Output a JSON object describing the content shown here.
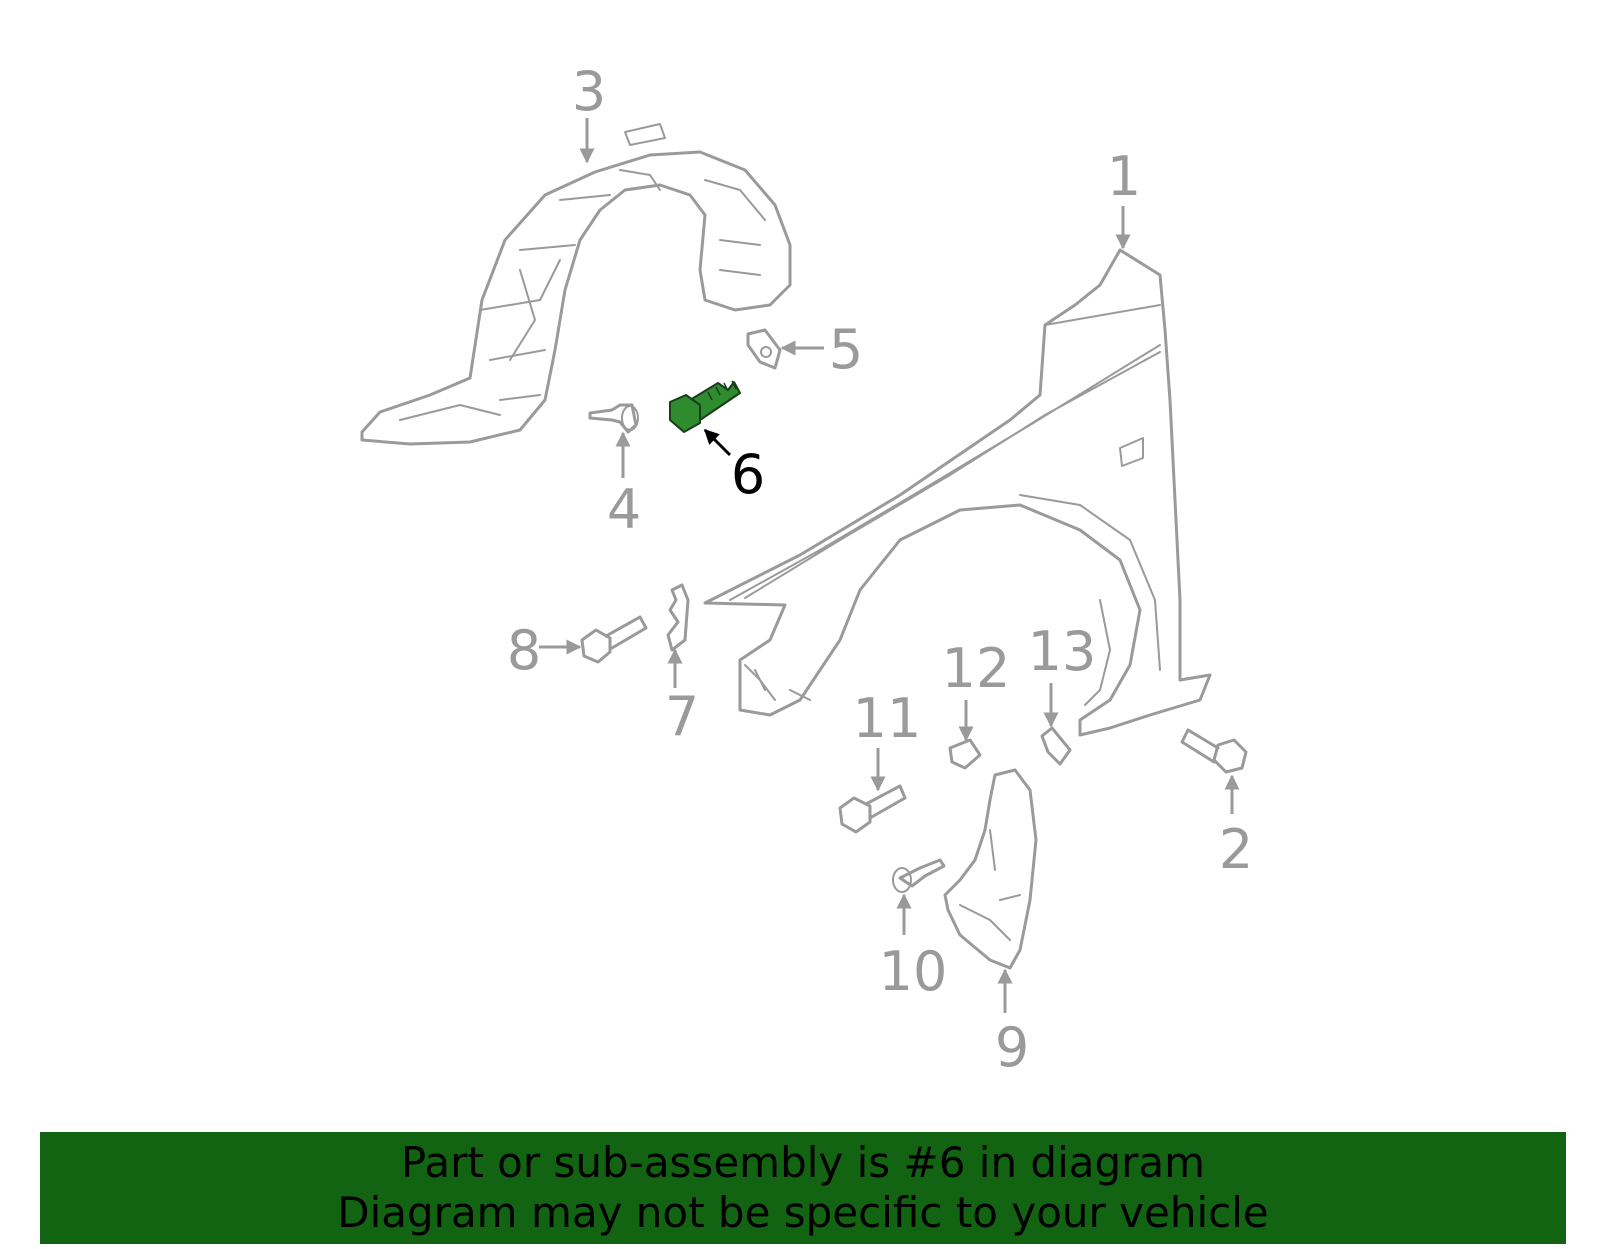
{
  "diagram": {
    "highlighted_part": "6",
    "callouts": [
      "1",
      "2",
      "3",
      "4",
      "5",
      "6",
      "7",
      "8",
      "9",
      "10",
      "11",
      "12",
      "13"
    ],
    "colors": {
      "part_line": "#9a9a9a",
      "highlight_fill": "#2e8b2e",
      "highlight_text": "#000000",
      "banner_bg": "#126312"
    }
  },
  "banner": {
    "line1": "Part or sub-assembly is #6 in diagram",
    "line2": "Diagram may not be specific to your vehicle"
  }
}
